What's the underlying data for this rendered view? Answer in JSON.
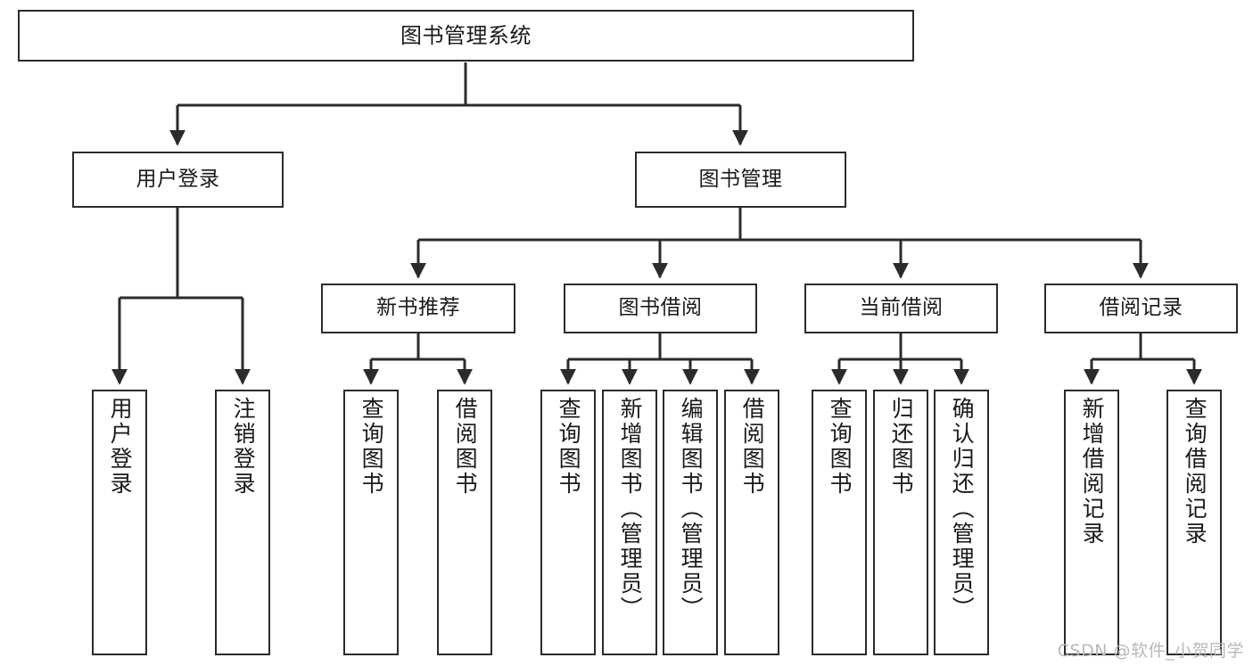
{
  "diagram": {
    "title": "图书管理系统",
    "type": "hierarchy-tree",
    "watermark": "CSDN @软件_小贺同学",
    "colors": {
      "box_border": "#2b2b2b",
      "box_fill": "#ffffff",
      "edge": "#2b2b2b",
      "text": "#1a1a1a",
      "watermark": "#b9b9b9"
    },
    "nodes": {
      "root": {
        "label": "图书管理系统"
      },
      "level1": [
        {
          "id": "user-login",
          "label": "用户登录"
        },
        {
          "id": "book-manage",
          "label": "图书管理"
        }
      ],
      "level2": [
        {
          "id": "new-book-rec",
          "label": "新书推荐"
        },
        {
          "id": "book-borrow",
          "label": "图书借阅"
        },
        {
          "id": "current-borrow",
          "label": "当前借阅"
        },
        {
          "id": "borrow-record",
          "label": "借阅记录"
        }
      ],
      "leaves": [
        {
          "id": "leaf-user-login",
          "label": "用户登录",
          "parent": "user-login"
        },
        {
          "id": "leaf-logout",
          "label": "注销登录",
          "parent": "user-login"
        },
        {
          "id": "leaf-query-book-1",
          "label": "查询图书",
          "parent": "new-book-rec"
        },
        {
          "id": "leaf-borrow-book-1",
          "label": "借阅图书",
          "parent": "new-book-rec"
        },
        {
          "id": "leaf-query-book-2",
          "label": "查询图书",
          "parent": "book-borrow"
        },
        {
          "id": "leaf-add-book",
          "label": "新增图书（管理员）",
          "parent": "book-borrow"
        },
        {
          "id": "leaf-edit-book",
          "label": "编辑图书（管理员）",
          "parent": "book-borrow"
        },
        {
          "id": "leaf-borrow-book-2",
          "label": "借阅图书",
          "parent": "book-borrow"
        },
        {
          "id": "leaf-query-book-3",
          "label": "查询图书",
          "parent": "current-borrow"
        },
        {
          "id": "leaf-return-book",
          "label": "归还图书",
          "parent": "current-borrow"
        },
        {
          "id": "leaf-confirm-return",
          "label": "确认归还（管理员）",
          "parent": "current-borrow"
        },
        {
          "id": "leaf-add-record",
          "label": "新增借阅记录",
          "parent": "borrow-record"
        },
        {
          "id": "leaf-query-record",
          "label": "查询借阅记录",
          "parent": "borrow-record"
        }
      ]
    }
  }
}
